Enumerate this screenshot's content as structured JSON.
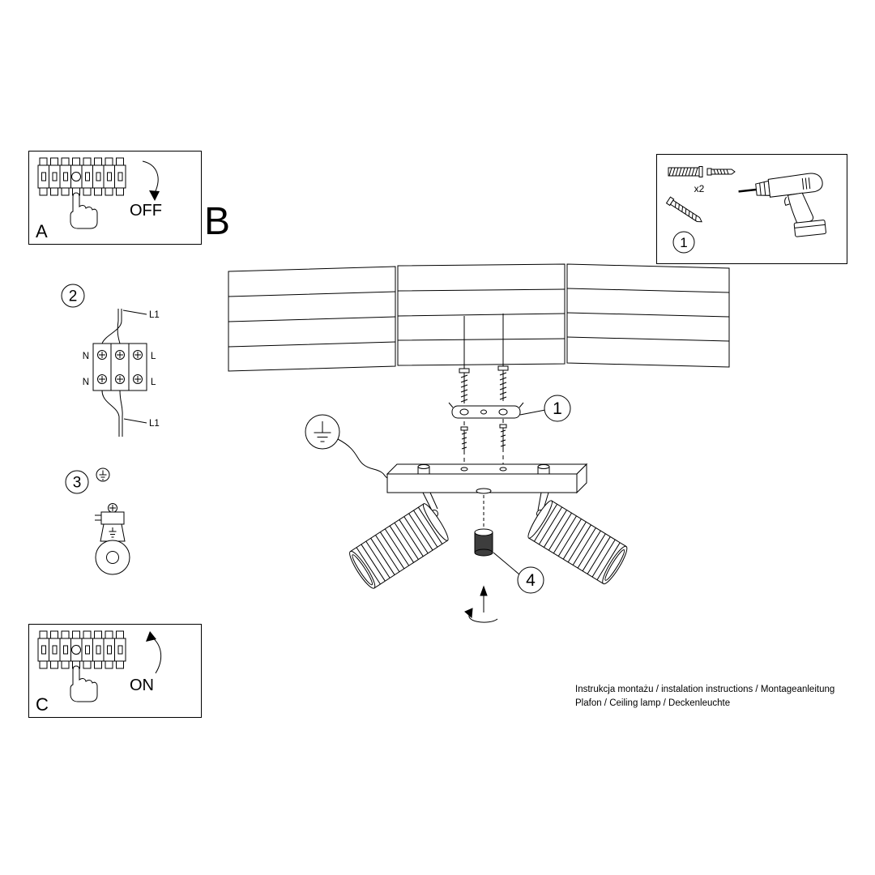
{
  "sections": {
    "a": {
      "letter": "A",
      "power_label": "OFF"
    },
    "b": {
      "letter": "B"
    },
    "c": {
      "letter": "C",
      "power_label": "ON"
    },
    "hardware_box": {
      "step_number": "1",
      "screw_count": "x2"
    }
  },
  "steps": {
    "step2": {
      "number": "2"
    },
    "step3": {
      "number": "3"
    },
    "bracket_callout": "1",
    "knob_callout": "4"
  },
  "wiring": {
    "top_cable_label": "L1",
    "neutral_top": "N",
    "line_top": "L",
    "neutral_bottom": "N",
    "line_bottom": "L",
    "bottom_cable_label": "L1"
  },
  "footer": {
    "line1": "Instrukcja montażu / instalation instructions / Montageanleitung",
    "line2": "Plafon / Ceiling lamp / Deckenleuchte"
  }
}
